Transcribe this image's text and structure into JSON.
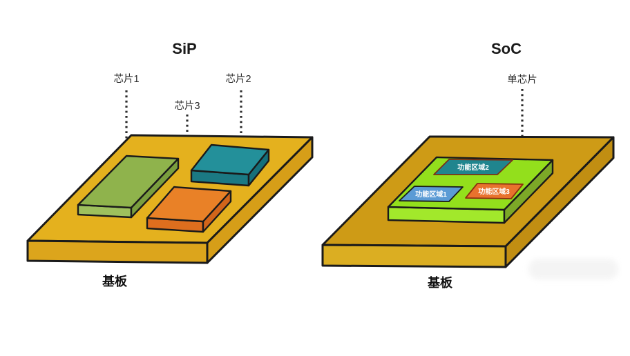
{
  "left_panel": {
    "title": "SiP",
    "substrate_label": "基板",
    "substrate_colors": {
      "top": "#E4B11E",
      "front": "#DCA51C",
      "side": "#D69E18"
    },
    "chips": [
      {
        "label": "芯片1",
        "colors": {
          "top": "#8FB34C",
          "front": "#9EC05D",
          "side": "#7A9E3E"
        }
      },
      {
        "label": "芯片2",
        "colors": {
          "top": "#23909A",
          "front": "#1B7983",
          "side": "#15707A"
        }
      },
      {
        "label": "芯片3",
        "colors": {
          "top": "#E98127",
          "front": "#DE6E1E",
          "side": "#D2651A"
        }
      }
    ]
  },
  "right_panel": {
    "title": "SoC",
    "chip_label": "单芯片",
    "substrate_label": "基板",
    "substrate_colors": {
      "top": "#CE9B16",
      "front": "#DBAE22",
      "side": "#C18E12"
    },
    "chip_colors": {
      "top": "#93DF1C",
      "front": "#A2E82B",
      "side": "#7CA827"
    },
    "regions": [
      {
        "label": "功能区域1",
        "fill": "#5B9BD5",
        "border": "#1A1A1A"
      },
      {
        "label": "功能区域2",
        "fill": "#20858E",
        "border": "#7B3018"
      },
      {
        "label": "功能区域3",
        "fill": "#E8722D",
        "border": "#8B2E10"
      }
    ]
  },
  "style": {
    "outline_color": "#1A1A1A",
    "leader_dot_color": "#2B2B2B",
    "region_text_color": "#FFFFFF",
    "background": "#FFFFFF"
  }
}
